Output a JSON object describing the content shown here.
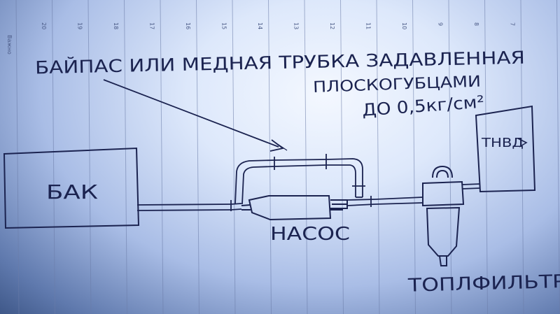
{
  "margin_label": "Важно",
  "ruler_numbers": [
    "20",
    "19",
    "18",
    "17",
    "16",
    "15",
    "14",
    "13",
    "12",
    "11",
    "10",
    "9",
    "8",
    "7"
  ],
  "annotation": {
    "line1": "БАЙПАС ИЛИ МЕДНАЯ ТРУБКА ЗАДАВЛЕННАЯ",
    "line2": "ПЛОСКОГУБЦАМИ",
    "line3": "ДО 0,5кг/см²"
  },
  "components": {
    "tank": "БАК",
    "pump": "НАСОС",
    "fuel_filter": "ТОПЛФИЛЬТР",
    "injection_pump": "ТНВД"
  },
  "colors": {
    "ink": "#1b2350",
    "paper": "#dde8fb",
    "rule_line": "#6b7ca8"
  }
}
